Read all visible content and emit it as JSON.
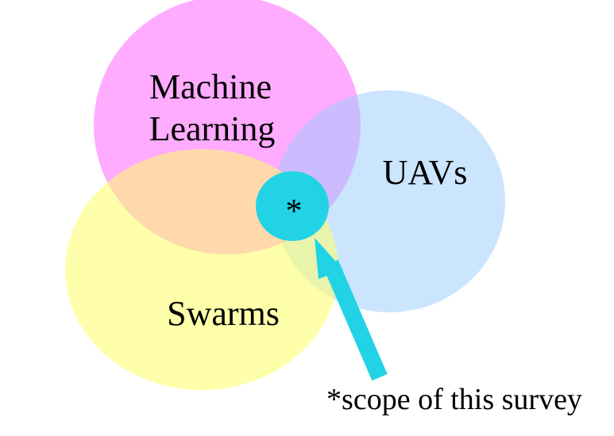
{
  "sets": [
    {
      "id": "ml",
      "label_lines": [
        "Machine",
        "Learning"
      ],
      "color": "#ff66ff"
    },
    {
      "id": "uavs",
      "label_lines": [
        "UAVs"
      ],
      "color": "#99ccff"
    },
    {
      "id": "swarms",
      "label_lines": [
        "Swarms"
      ],
      "color": "#ffff66"
    }
  ],
  "focus": {
    "marker": "*",
    "color": "#22d3e6"
  },
  "arrow": {
    "color": "#22d3e6"
  },
  "note": "*scope of this survey"
}
